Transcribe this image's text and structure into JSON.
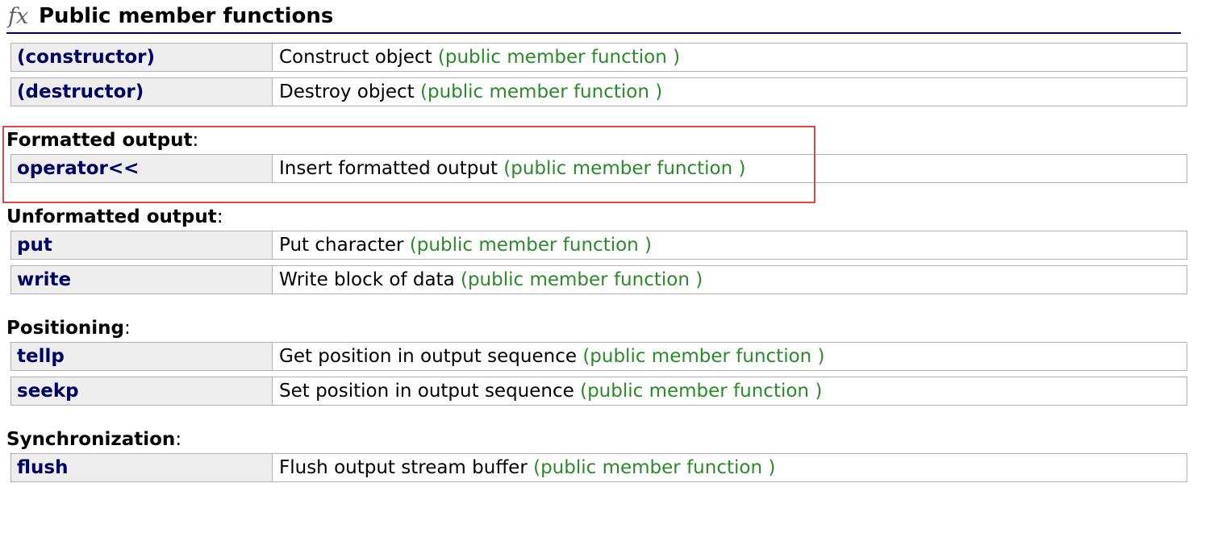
{
  "section": {
    "icon": "fx-icon",
    "icon_text": "fx",
    "title": "Public member functions"
  },
  "colors": {
    "name_text": "#000066",
    "kind_text": "#2a8a2a",
    "name_cell_bg": "#eeeeee",
    "border": "#b0b0b0",
    "highlight": "#e04848"
  },
  "groups": [
    {
      "label": "",
      "members": [
        {
          "name": "(constructor)",
          "desc": "Construct object",
          "kind": "(public member function )"
        },
        {
          "name": "(destructor)",
          "desc": "Destroy object",
          "kind": "(public member function )"
        }
      ]
    },
    {
      "label": "Formatted output",
      "members": [
        {
          "name": "operator<<",
          "desc": "Insert formatted output",
          "kind": "(public member function )"
        }
      ]
    },
    {
      "label": "Unformatted output",
      "members": [
        {
          "name": "put",
          "desc": "Put character",
          "kind": "(public member function )"
        },
        {
          "name": "write",
          "desc": "Write block of data",
          "kind": "(public member function )"
        }
      ]
    },
    {
      "label": "Positioning",
      "members": [
        {
          "name": "tellp",
          "desc": "Get position in output sequence",
          "kind": "(public member function )"
        },
        {
          "name": "seekp",
          "desc": "Set position in output sequence",
          "kind": "(public member function )"
        }
      ]
    },
    {
      "label": "Synchronization",
      "members": [
        {
          "name": "flush",
          "desc": "Flush output stream buffer",
          "kind": "(public member function )"
        }
      ]
    }
  ]
}
